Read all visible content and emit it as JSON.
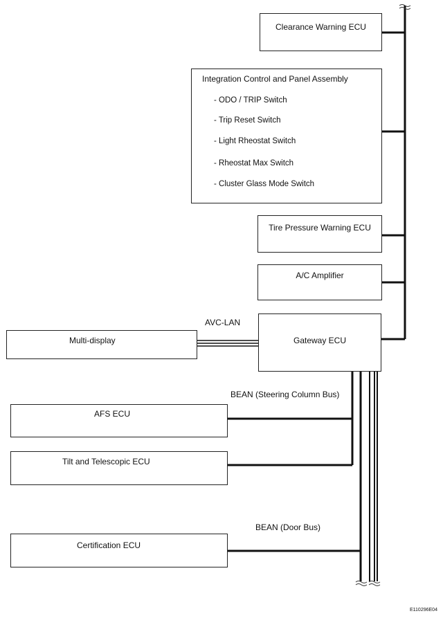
{
  "ecus": {
    "clearance_warning": "Clearance Warning ECU",
    "integration_control": {
      "title": "Integration Control and Panel Assembly",
      "switches": [
        "- ODO / TRIP Switch",
        "- Trip Reset Switch",
        "- Light Rheostat Switch",
        "- Rheostat  Max Switch",
        "- Cluster Glass  Mode Switch"
      ]
    },
    "tire_pressure": "Tire Pressure Warning ECU",
    "ac_amplifier": "A/C Amplifier",
    "multi_display": "Multi-display",
    "gateway": "Gateway ECU",
    "afs": "AFS ECU",
    "tilt_telescopic": "Tilt and Telescopic ECU",
    "certification": "Certification ECU"
  },
  "buses": {
    "avc_lan": "AVC-LAN",
    "bean_steering": "BEAN (Steering Column Bus)",
    "bean_door": "BEAN (Door Bus)"
  },
  "figure_code": "E110296E04"
}
